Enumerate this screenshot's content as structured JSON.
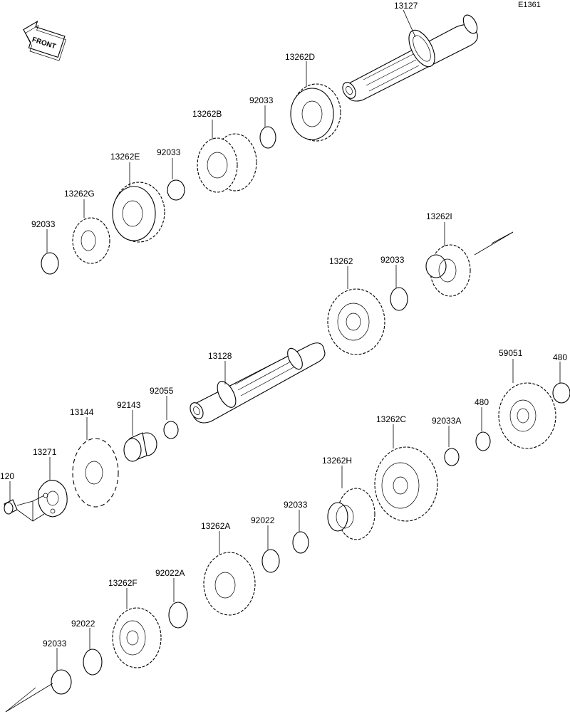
{
  "diagram_code": "E1361",
  "front_label": "FRONT",
  "parts": {
    "p13127": "13127",
    "p13262D": "13262D",
    "p92033_a": "92033",
    "p13262B": "13262B",
    "p92033_b": "92033",
    "p13262E": "13262E",
    "p13262G": "13262G",
    "p92033_c": "92033",
    "p13262I": "13262I",
    "p92033_d": "92033",
    "p13262": "13262",
    "p13128": "13128",
    "p59051": "59051",
    "p480_a": "480",
    "p480_b": "480",
    "p92055": "92055",
    "p92143": "92143",
    "p13144": "13144",
    "p13271": "13271",
    "p120": "120",
    "p13262C": "13262C",
    "p92033A": "92033A",
    "p13262H": "13262H",
    "p92033_e": "92033",
    "p92022_a": "92022",
    "p13262A": "13262A",
    "p92022A": "92022A",
    "p13262F": "13262F",
    "p92022_b": "92022",
    "p92033_f": "92033"
  }
}
